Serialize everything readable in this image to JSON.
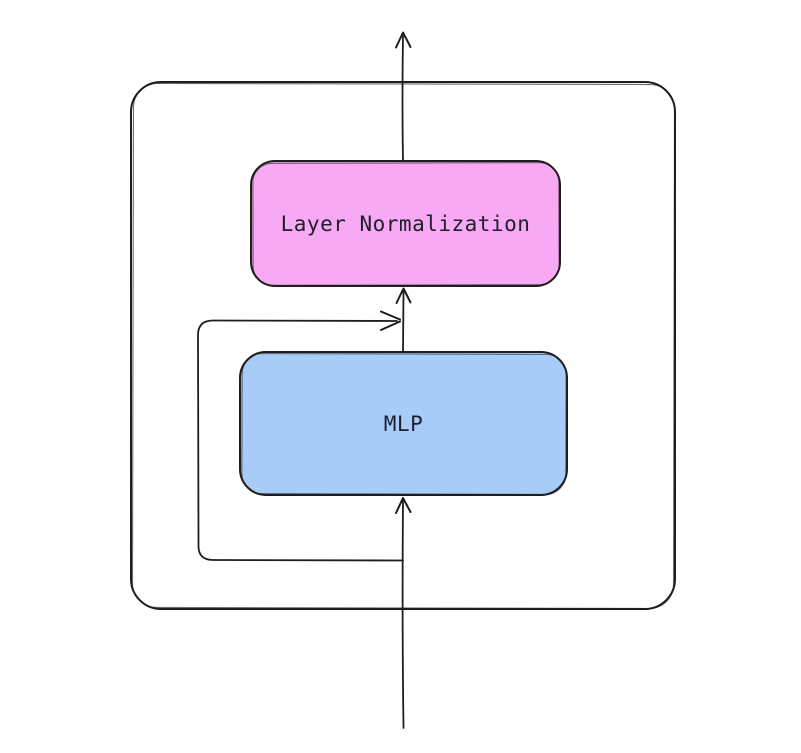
{
  "diagram": {
    "title": "",
    "stroke_color": "#1e1e1e",
    "text_color": "#1e1e2e",
    "background_color": "#ffffff",
    "nodes": {
      "outer_block": {
        "label": "",
        "fill": "none",
        "role": "container block"
      },
      "layer_norm": {
        "label": "Layer Normalization",
        "fill": "#f8a9f3"
      },
      "mlp": {
        "label": "MLP",
        "fill": "#a8ccf8"
      }
    },
    "arrows": [
      {
        "name": "input-arrow",
        "from": "bottom edge of canvas",
        "to": "MLP (bottom)"
      },
      {
        "name": "mlp-to-layer-norm-arrow",
        "from": "MLP (top)",
        "to": "Layer Normalization (bottom)"
      },
      {
        "name": "output-arrow",
        "from": "Layer Normalization (top)",
        "to": "top edge of canvas"
      },
      {
        "name": "residual-skip-arrow",
        "from": "input line below MLP",
        "to": "line between MLP and Layer Normalization"
      }
    ]
  }
}
